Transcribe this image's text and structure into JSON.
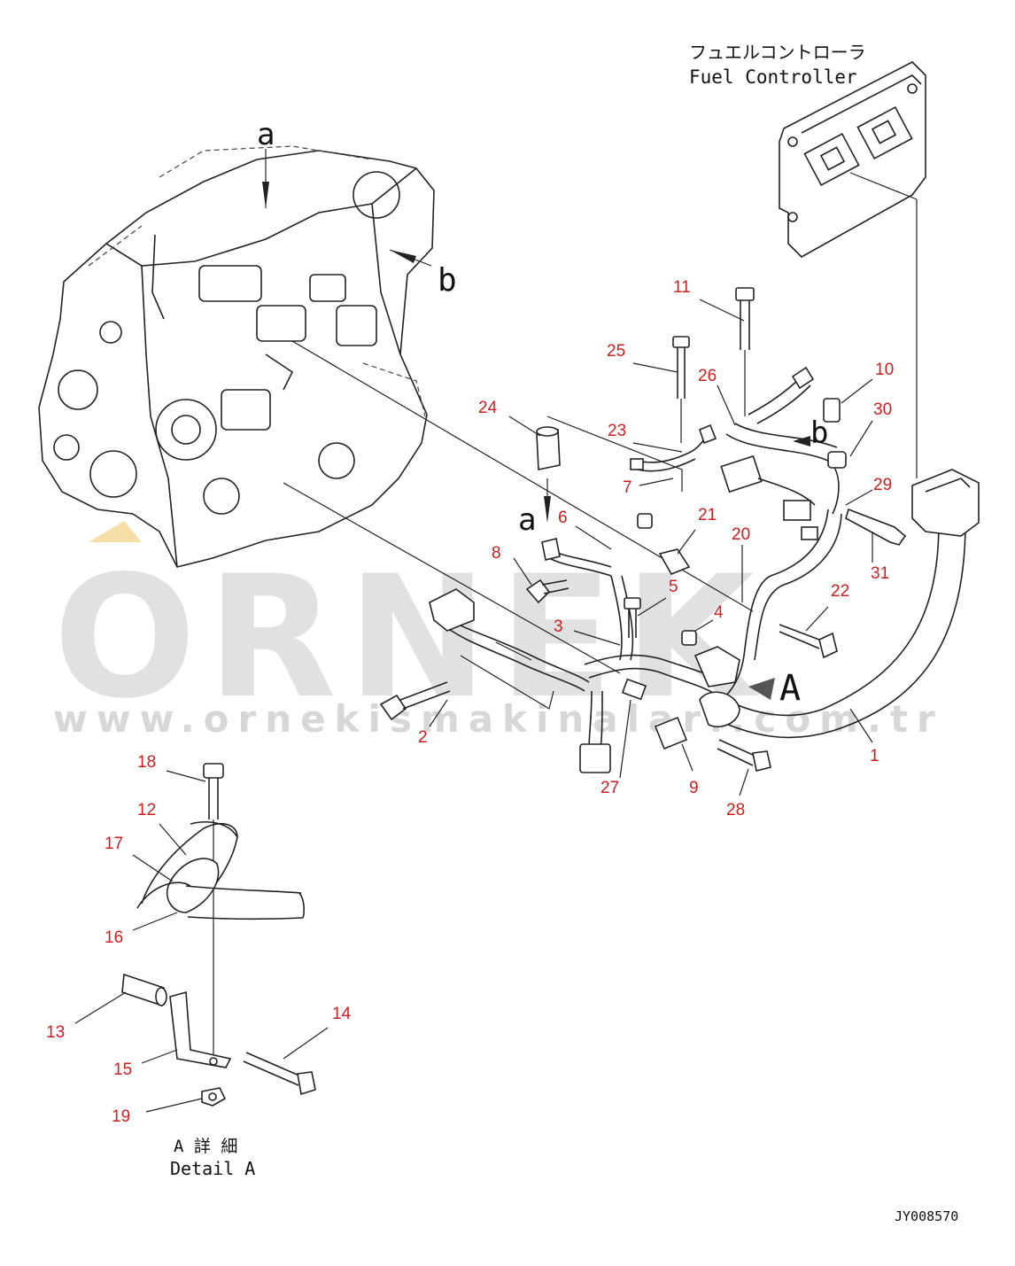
{
  "header": {
    "title_jp": "フュエルコントローラ",
    "title_en": "Fuel Controller"
  },
  "view_letters": {
    "a_top": "a",
    "a_mid": "a",
    "b_right": "b",
    "b_mid": "b",
    "A_arrow": "A"
  },
  "detail": {
    "title_jp": "A 詳 細",
    "title_en": "Detail A"
  },
  "drawing_number": "JY008570",
  "watermark": {
    "logo": "ORNEK",
    "url": "www.ornekismakinalari.com.tr"
  },
  "colors": {
    "callout": "#cc1f1f",
    "line": "#222222",
    "watermark": "#c9c9cc"
  },
  "callouts": {
    "c1": "1",
    "c2": "2",
    "c3": "3",
    "c4": "4",
    "c5": "5",
    "c6": "6",
    "c7": "7",
    "c8": "8",
    "c9": "9",
    "c10": "10",
    "c11": "11",
    "c12": "12",
    "c13": "13",
    "c14": "14",
    "c15": "15",
    "c16": "16",
    "c17": "17",
    "c18": "18",
    "c19": "19",
    "c20": "20",
    "c21": "21",
    "c22": "22",
    "c23": "23",
    "c24": "24",
    "c25": "25",
    "c26": "26",
    "c27": "27",
    "c28": "28",
    "c29": "29",
    "c30": "30",
    "c31": "31"
  }
}
